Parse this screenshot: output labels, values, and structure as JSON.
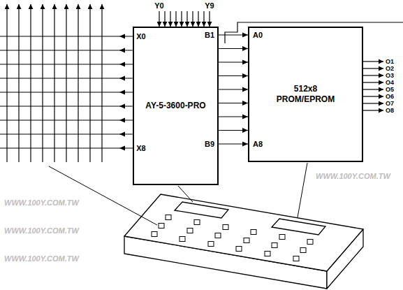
{
  "diagram": {
    "nodes": [
      {
        "text": [
          "AY-5-3600-PRO"
        ]
      },
      {
        "text": [
          "512x8 PROM/EPROM"
        ]
      }
    ],
    "edges": [
      {
        "from": 0,
        "to": 1,
        "arrow": "to"
      },
      {
        "from": 0,
        "to": 1,
        "arrow": "to"
      },
      {
        "from": 0,
        "to": 1,
        "arrow": "to"
      },
      {
        "from": 0,
        "to": 1,
        "arrow": "to"
      },
      {
        "from": 0,
        "to": 1,
        "arrow": "to"
      },
      {
        "from": 0,
        "to": 1,
        "arrow": "to"
      },
      {
        "from": 0,
        "to": 1,
        "arrow": "to"
      },
      {
        "from": 0,
        "to": 1,
        "arrow": "to"
      },
      {
        "from": 0,
        "to": 1,
        "arrow": "to"
      }
    ],
    "labels": [
      "Y0",
      "Y9",
      "X0",
      "X8",
      "B1",
      "B9",
      "A0",
      "A8",
      "O1",
      "O2",
      "O3",
      "O4",
      "O5",
      "O6",
      "O7",
      "O8",
      "WWW.100Y.COM.TW",
      "WWW.100Y.COM.TW",
      "WWW.100Y.COM.TW",
      "WWW.100Y.COM.TW"
    ]
  }
}
